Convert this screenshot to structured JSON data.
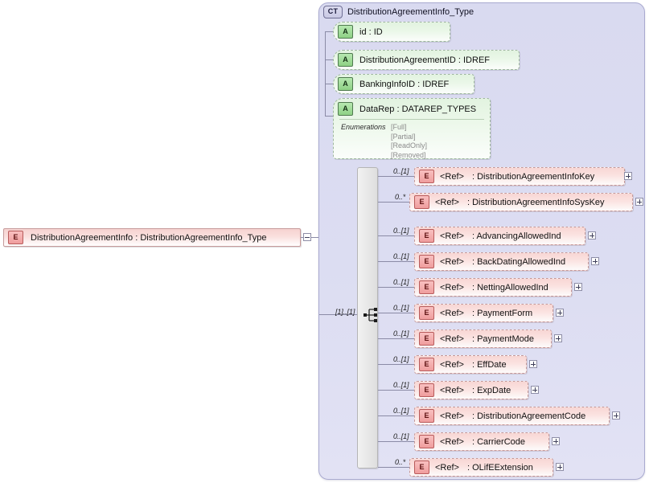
{
  "diagram": {
    "kind": "xsd-schema-diagram",
    "root_element": {
      "icon": "element-icon",
      "icon_label": "E",
      "label": "DistributionAgreementInfo : DistributionAgreementInfo_Type",
      "toggle": "minus"
    },
    "complex_type": {
      "icon": "complextype-icon",
      "icon_label": "CT",
      "title": "DistributionAgreementInfo_Type"
    },
    "compositor": {
      "name": "sequence",
      "cardinality": "[1]..[1]"
    },
    "attributes": [
      {
        "icon_label": "A",
        "label": "id            : ID"
      },
      {
        "icon_label": "A",
        "label": "DistributionAgreementID : IDREF"
      },
      {
        "icon_label": "A",
        "label": "BankingInfoID : IDREF"
      }
    ],
    "attribute_with_enum": {
      "icon_label": "A",
      "label": "DataRep : DATAREP_TYPES",
      "enum_label": "Enumerations",
      "enum_values": [
        "[Full]",
        "[Partial]",
        "[ReadOnly]",
        "[Removed]"
      ]
    },
    "elements": [
      {
        "cardinality": "0..[1]",
        "icon_label": "E",
        "ref": "<Ref>",
        "name": ": DistributionAgreementInfoKey",
        "toggle": "plus"
      },
      {
        "cardinality": "0..*",
        "icon_label": "E",
        "ref": "<Ref>",
        "name": ": DistributionAgreementInfoSysKey",
        "toggle": "plus"
      },
      {
        "cardinality": "0..[1]",
        "icon_label": "E",
        "ref": "<Ref>",
        "name": ": AdvancingAllowedInd",
        "toggle": "plus"
      },
      {
        "cardinality": "0..[1]",
        "icon_label": "E",
        "ref": "<Ref>",
        "name": ": BackDatingAllowedInd",
        "toggle": "plus"
      },
      {
        "cardinality": "0..[1]",
        "icon_label": "E",
        "ref": "<Ref>",
        "name": ": NettingAllowedInd",
        "toggle": "plus"
      },
      {
        "cardinality": "0..[1]",
        "icon_label": "E",
        "ref": "<Ref>",
        "name": ": PaymentForm",
        "toggle": "plus"
      },
      {
        "cardinality": "0..[1]",
        "icon_label": "E",
        "ref": "<Ref>",
        "name": ": PaymentMode",
        "toggle": "plus"
      },
      {
        "cardinality": "0..[1]",
        "icon_label": "E",
        "ref": "<Ref>",
        "name": ": EffDate",
        "toggle": "plus"
      },
      {
        "cardinality": "0..[1]",
        "icon_label": "E",
        "ref": "<Ref>",
        "name": ": ExpDate",
        "toggle": "plus"
      },
      {
        "cardinality": "0..[1]",
        "icon_label": "E",
        "ref": "<Ref>",
        "name": ": DistributionAgreementCode",
        "toggle": "plus"
      },
      {
        "cardinality": "0..[1]",
        "icon_label": "E",
        "ref": "<Ref>",
        "name": ": CarrierCode",
        "toggle": "plus"
      },
      {
        "cardinality": "0..*",
        "icon_label": "E",
        "ref": "<Ref>",
        "name": ": OLifEExtension",
        "toggle": "plus"
      }
    ],
    "colors": {
      "container_bg": "#dcddf2",
      "attribute_bg": "#e6f5e3",
      "element_bg": "#f9dbd9",
      "line": "#8b8ba6"
    }
  }
}
